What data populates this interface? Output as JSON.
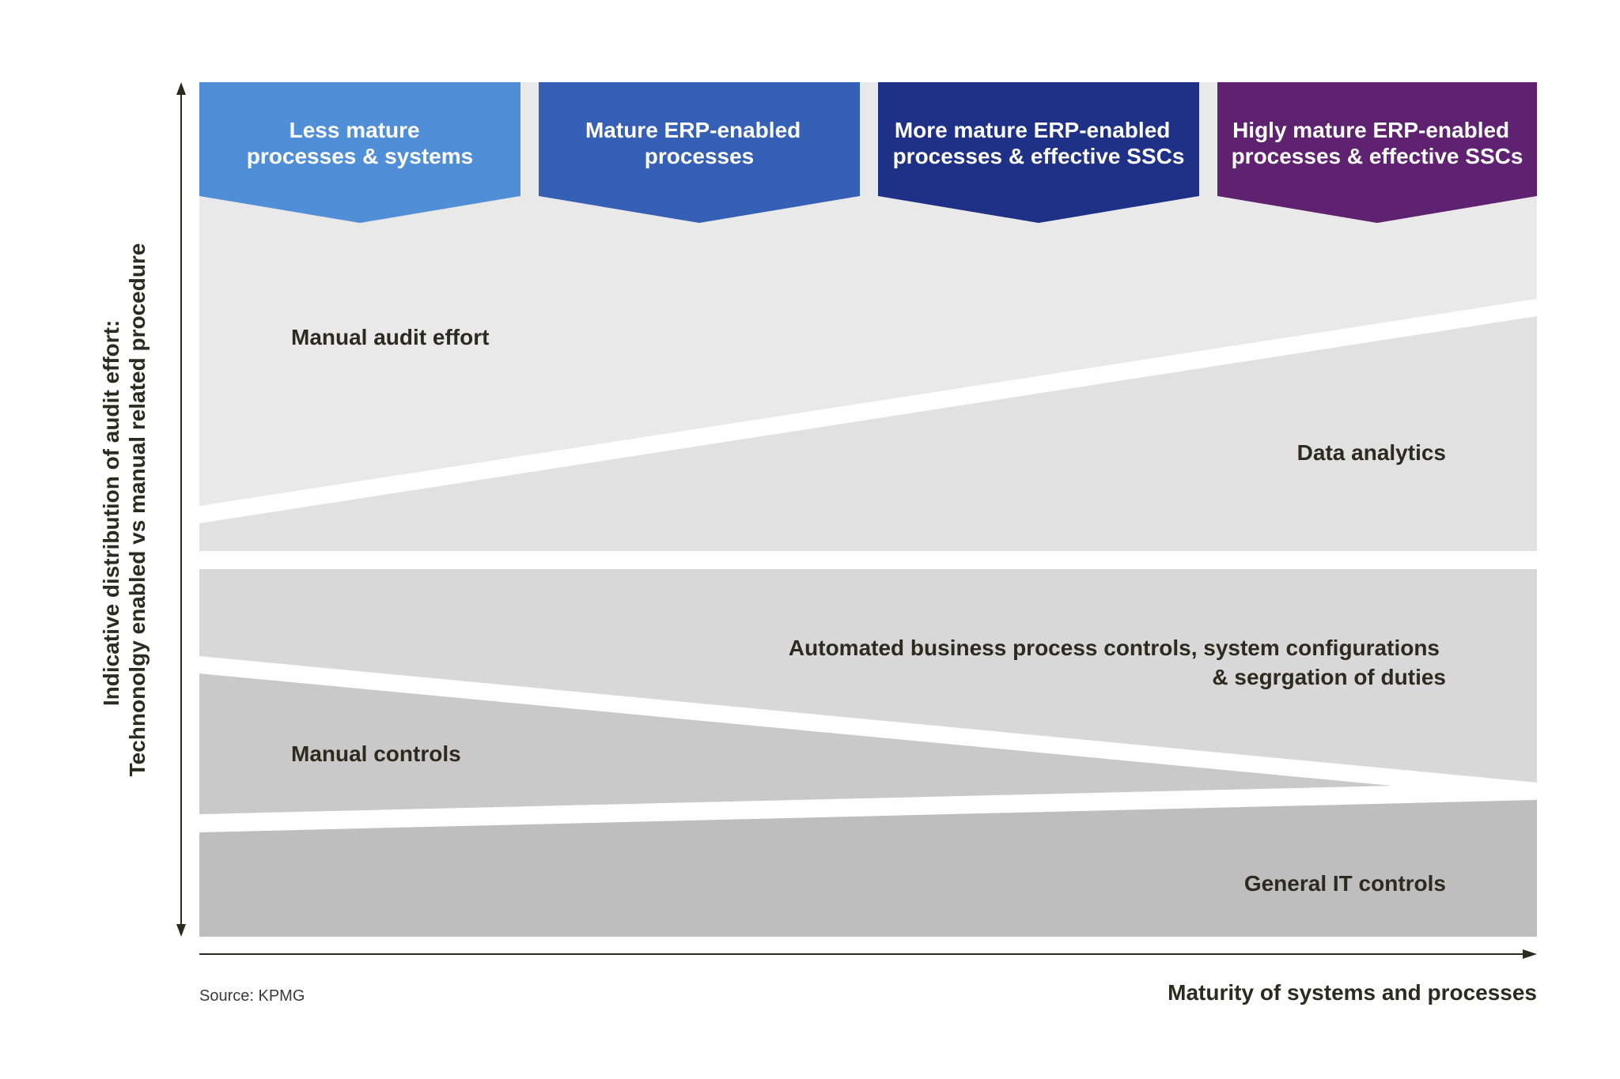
{
  "stages": [
    {
      "lines": [
        "Less mature",
        "processes & systems"
      ],
      "color": "#508fd8"
    },
    {
      "lines": [
        "Mature ERP-enabled",
        "processes"
      ],
      "color": "#3560b6"
    },
    {
      "lines": [
        "More mature ERP-enabled",
        "processes & effective SSCs"
      ],
      "color": "#1e3186"
    },
    {
      "lines": [
        "Higly mature ERP-enabled",
        "processes & effective SSCs"
      ],
      "color": "#5f2270"
    }
  ],
  "regions": {
    "manual_audit_effort": "Manual audit effort",
    "data_analytics": "Data analytics",
    "automated_controls_line1": "Automated business process controls, system configurations",
    "automated_controls_line2": "& segrgation of duties",
    "manual_controls": "Manual controls",
    "general_it_controls": "General IT controls"
  },
  "y_axis": {
    "line1": "Indicative distribution of audit effort:",
    "line2": "Technonolgy enabled vs manual related procedure"
  },
  "x_axis": {
    "label": "Maturity of systems and processes"
  },
  "source": "Source: KPMG",
  "colors": {
    "manual_audit_effort": "#e9e9e9",
    "data_analytics": "#e1e1e1",
    "automated_controls": "#d8d8d8",
    "manual_controls": "#c9c9c9",
    "general_it_controls": "#bebebe",
    "axis": "#2b2b1f"
  }
}
